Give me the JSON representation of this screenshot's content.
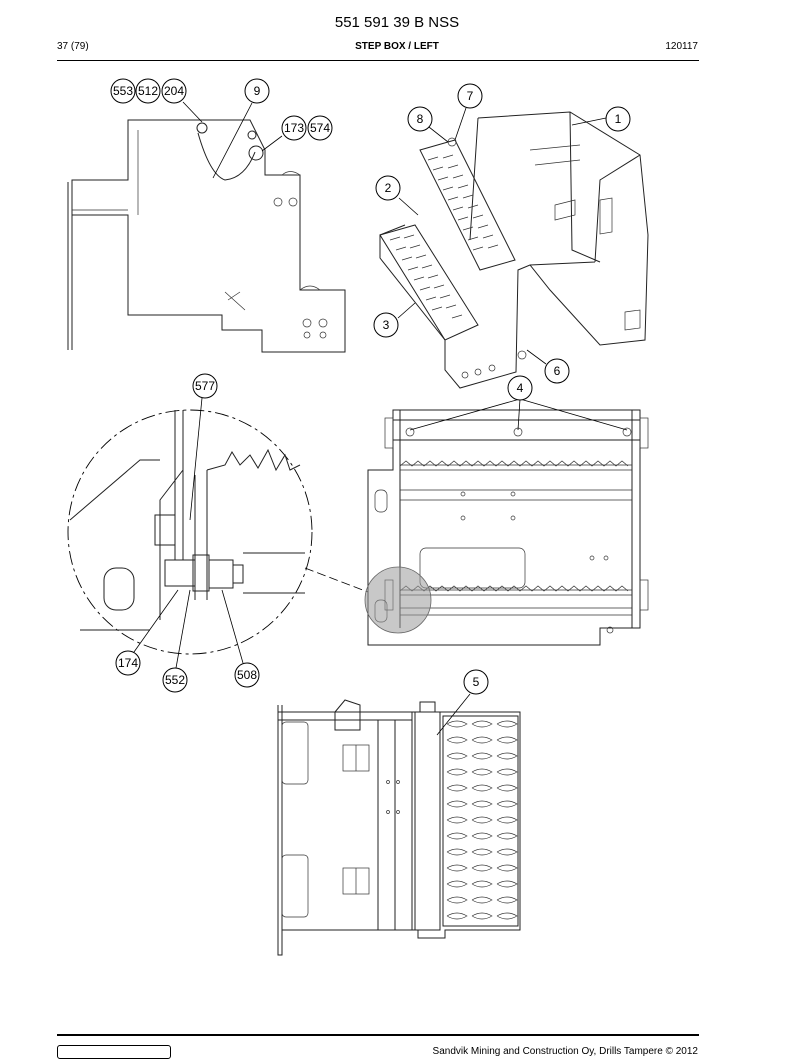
{
  "header": {
    "doc_number": "551 591 39 B NSS",
    "page": "37 (79)",
    "section": "STEP BOX / LEFT",
    "date": "120117"
  },
  "footer": {
    "copyright": "Sandvik Mining and Construction Oy, Drills Tampere © 2012"
  },
  "callouts": [
    "553",
    "512",
    "204",
    "9",
    "173",
    "574",
    "7",
    "8",
    "1",
    "2",
    "3",
    "6",
    "577",
    "4",
    "174",
    "552",
    "508",
    "5"
  ]
}
